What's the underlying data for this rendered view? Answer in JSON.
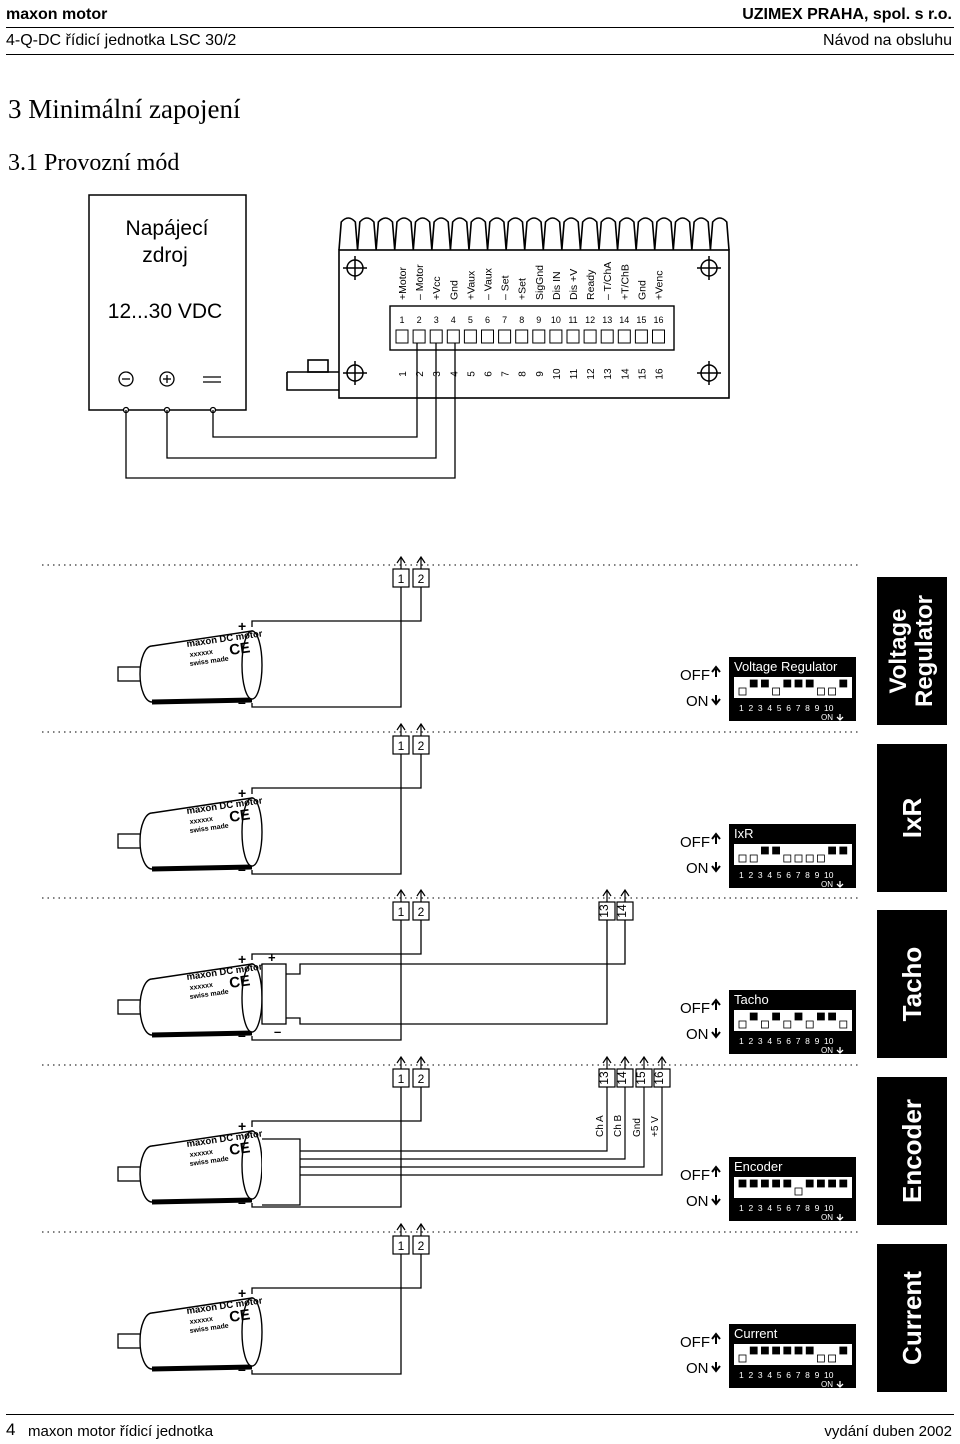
{
  "header": {
    "left_top": "maxon motor",
    "left_sub": "4-Q-DC řídicí jednotka LSC 30/2",
    "right_top": "UZIMEX PRAHA, spol. s r.o.",
    "right_sub": "Návod na obsluhu"
  },
  "section": {
    "title": "3   Minimální zapojení",
    "subtitle": "3.1     Provozní mód"
  },
  "power_supply": {
    "title_line1": "Napájecí",
    "title_line2": "zdroj",
    "voltage": "12...30 VDC"
  },
  "controller": {
    "labels": [
      "+Motor",
      "– Motor",
      "+Vcc",
      "Gnd",
      "+Vaux",
      "– Vaux",
      "– Set",
      "+Set",
      "SigGnd",
      "Dis IN",
      "Dis +V",
      "Ready",
      "– T/ChA",
      "+T/ChB",
      "Gnd",
      "+Venc"
    ],
    "pins": [
      "1",
      "2",
      "3",
      "4",
      "5",
      "6",
      "7",
      "8",
      "9",
      "10",
      "11",
      "12",
      "13",
      "14",
      "15",
      "16"
    ]
  },
  "motor": {
    "line1": "maxon DC motor",
    "line2": "xxxxxx",
    "line3": "swiss made",
    "ce": "CE"
  },
  "switch_states": {
    "off": "OFF",
    "on": "ON"
  },
  "dip": {
    "numbers": "1  2  3  4  5  6  7  8  9  10",
    "on_label": "ON"
  },
  "modes": [
    {
      "panel_title": "Voltage Regulator",
      "side_line1": "Voltage",
      "side_line2": "Regulator",
      "terminals": [
        "1",
        "2"
      ],
      "pattern": [
        0,
        1,
        1,
        0,
        1,
        1,
        1,
        0,
        0,
        1
      ]
    },
    {
      "panel_title": "IxR",
      "side_line1": "IxR",
      "side_line2": "",
      "terminals": [
        "1",
        "2"
      ],
      "pattern": [
        0,
        0,
        1,
        1,
        0,
        0,
        0,
        0,
        1,
        1
      ]
    },
    {
      "panel_title": "Tacho",
      "side_line1": "Tacho",
      "side_line2": "",
      "terminals": [
        "1",
        "2",
        "13",
        "14"
      ],
      "pattern": [
        0,
        1,
        0,
        1,
        0,
        1,
        0,
        1,
        1,
        0
      ]
    },
    {
      "panel_title": "Encoder",
      "side_line1": "Encoder",
      "side_line2": "",
      "terminals": [
        "1",
        "2",
        "13",
        "14",
        "15",
        "16"
      ],
      "pattern": [
        1,
        1,
        1,
        1,
        1,
        0,
        1,
        1,
        1,
        1
      ]
    },
    {
      "panel_title": "Current",
      "side_line1": "Current",
      "side_line2": "",
      "terminals": [
        "1",
        "2"
      ],
      "pattern": [
        0,
        1,
        1,
        1,
        1,
        1,
        1,
        0,
        0,
        1
      ]
    }
  ],
  "encoder_signals": [
    "Ch A",
    "Ch B",
    "Gnd",
    "+5 V"
  ],
  "footer": {
    "page_num": "4",
    "left": "maxon motor řídicí jednotka",
    "right": "vydání duben 2002"
  },
  "colors": {
    "ink": "#000000",
    "panel": "#000000",
    "paper": "#ffffff"
  }
}
